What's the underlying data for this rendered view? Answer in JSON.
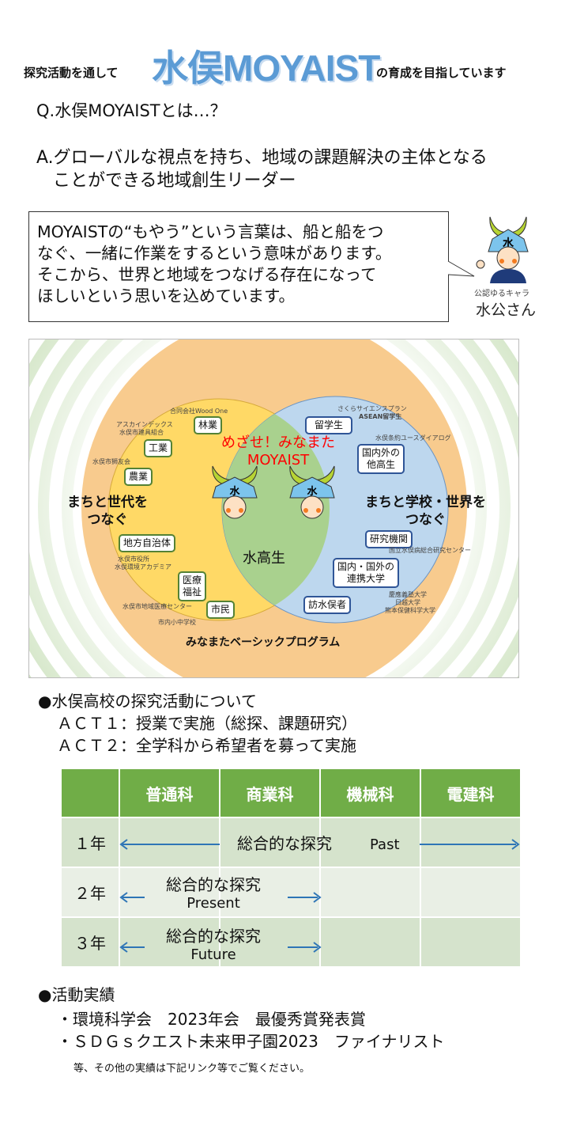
{
  "header": {
    "prefix": "探究活動を通して",
    "title": "水俣MOYAIST",
    "suffix": "の育成を目指しています"
  },
  "qa": {
    "question": "Q.水俣MOYAISTとは…？",
    "answer_line1": "A.グローバルな視点を持ち、地域の課題解決の主体となる",
    "answer_line2": "ことができる地域創生リーダー"
  },
  "bubble": {
    "lines": [
      "MOYAISTの“もやう”という言葉は、船と船をつ",
      "なぐ、一緒に作業をするという意味があります。",
      "そこから、世界と地域をつなげる存在になって",
      "ほしいという思いを込めています。"
    ]
  },
  "mascot": {
    "caption_small": "公認ゆるキャラ",
    "name": "水公さん"
  },
  "diagram": {
    "slogan1": "めざせ！みなまた",
    "slogan2": "MOYAIST",
    "center": "水高生",
    "left_title1": "まちと世代を",
    "left_title2": "つなぐ",
    "right_title1": "まちと学校・世界を",
    "right_title2": "つなぐ",
    "bottom": "みなまたベーシックプログラム",
    "boxes": {
      "forestry": "林業",
      "industry": "工業",
      "agri": "農業",
      "localgov": "地方自治体",
      "medical1": "医療",
      "medical2": "福祉",
      "citizen": "市民",
      "abroad": "留学生",
      "otherhs1": "国内外の",
      "otherhs2": "他高生",
      "research": "研究機関",
      "univ1": "国内・国外の",
      "univ2": "連携大学",
      "visitors": "訪水俣者"
    },
    "notes": {
      "woodone": "合同会社Wood One",
      "asuka1": "アスカインデックス",
      "asuka2": "水俣市建具組合",
      "kyuyu": "水俣市狮友会",
      "city1": "水俣市役所",
      "city2": "水俣環境アカデミア",
      "medcenter": "水俣市地域医療センター",
      "schools": "市内小中学校",
      "sakura": "さくらサイエンスプラン",
      "asean": "ASEAN留学生",
      "youth": "水俣条約ユースダイアログ",
      "nimd": "国立水俣病総合研究センター",
      "u1": "慶應義塾大学",
      "u2": "日越大学",
      "u3": "熊本保健科学大学"
    },
    "mascot_label": "水"
  },
  "activities": {
    "heading": "●水俣高校の探究活動について",
    "act1": "ＡＣＴ１：授業で実施（総探、課題研究）",
    "act2": "ＡＣＴ２：全学科から希望者を募って実施"
  },
  "table": {
    "headers": [
      "",
      "普通科",
      "商業科",
      "機械科",
      "電建科"
    ],
    "rows": [
      {
        "year": "１年",
        "text": "総合的な探究",
        "en": "Past"
      },
      {
        "year": "２年",
        "text": "総合的な探究",
        "en": "Present"
      },
      {
        "year": "３年",
        "text": "総合的な探究",
        "en": "Future"
      }
    ]
  },
  "results": {
    "heading": "●活動実績",
    "items": [
      "・環境科学会　2023年会　最優秀賞発表賞",
      "・ＳＤＧｓクエスト未来甲子園2023　ファイナリスト"
    ],
    "note": "等、その他の実績は下記リンク等でご覧ください。"
  },
  "colors": {
    "title_blue": "#5b9bd5",
    "table_header": "#70ad47",
    "arrow": "#2e75b6",
    "slogan_red": "#ff0000"
  }
}
